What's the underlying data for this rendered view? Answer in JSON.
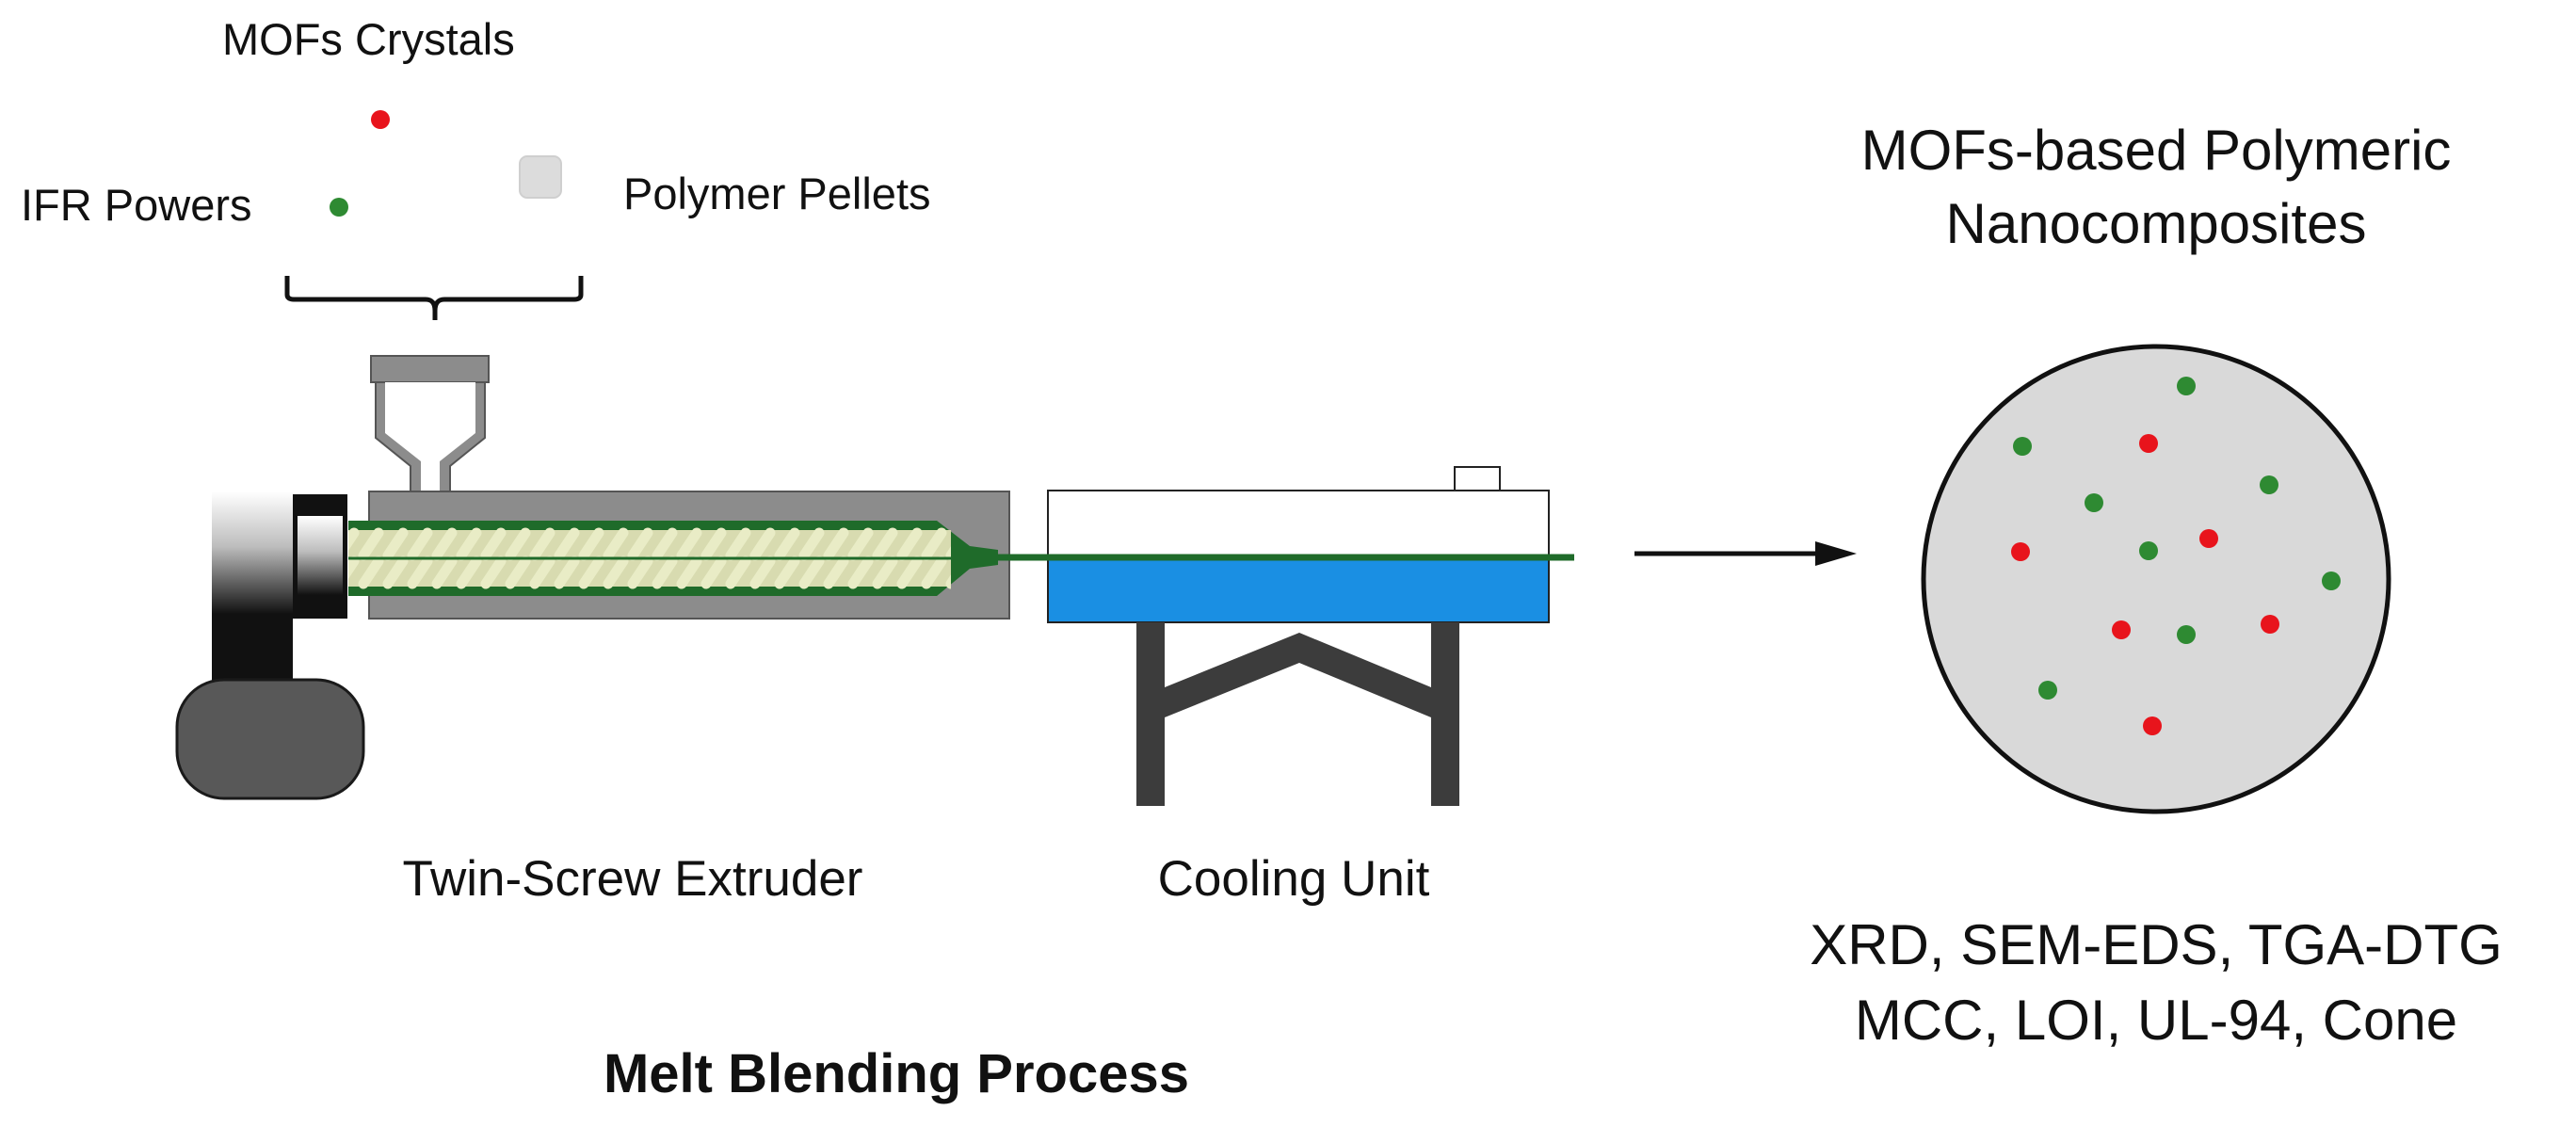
{
  "labels": {
    "mofs_crystals": "MOFs Crystals",
    "ifr_powers": "IFR Powers",
    "polymer_pellets": "Polymer Pellets",
    "twin_screw_extruder": "Twin-Screw Extruder",
    "cooling_unit": "Cooling Unit",
    "process_title": "Melt Blending Process",
    "composite_title_line1": "MOFs-based Polymeric",
    "composite_title_line2": "Nanocomposites",
    "characterization_line1": "XRD, SEM-EDS, TGA-DTG",
    "characterization_line2": "MCC, LOI, UL-94, Cone"
  },
  "colors": {
    "mof_red": "#e8141c",
    "ifr_green": "#2e8a32",
    "pellet_gray": "#dcdcdc",
    "barrel_gray": "#8c8c8c",
    "screw_cream": "#e9ecc6",
    "strand_green": "#1f6b2a",
    "water_blue": "#1a8fe3",
    "stand_dark": "#3c3c3c",
    "composite_fill": "#d9d9d9"
  },
  "icons": {
    "mofs_crystal": "red-dot-icon",
    "ifr_powder": "green-dot-icon",
    "polymer_pellet": "gray-square-icon",
    "process_arrow": "right-arrow-icon"
  }
}
